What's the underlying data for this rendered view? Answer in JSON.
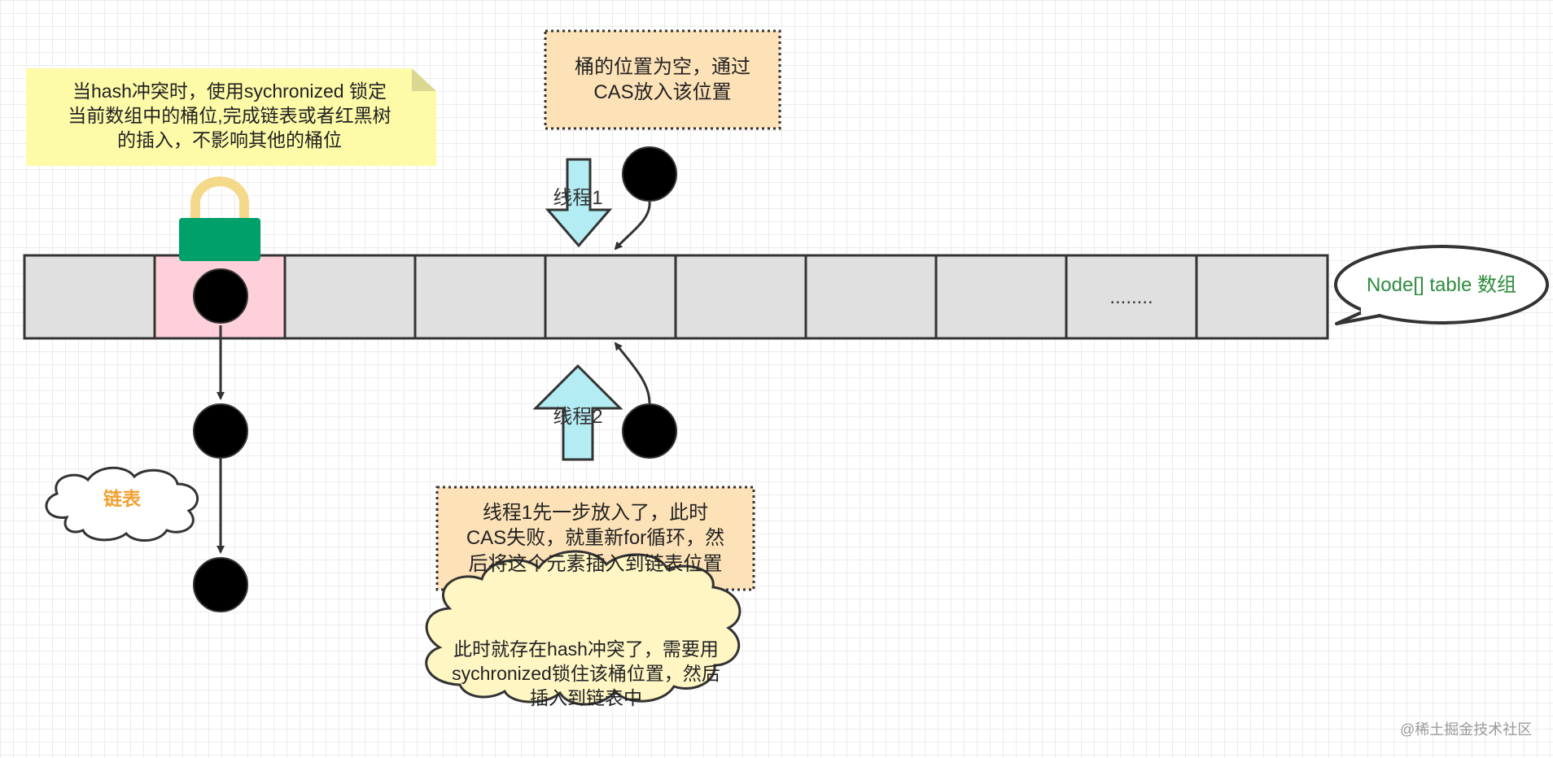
{
  "notes": {
    "sync_lock": "当hash冲突时，使用sychronized 锁定\n当前数组中的桶位,完成链表或者红黑树\n的插入，不影响其他的桶位",
    "cas_put": "桶的位置为空，通过\nCAS放入该位置",
    "cas_fail": "线程1先一步放入了，此时\nCAS失败，就重新for循环，然\n后将这个元素插入到链表位置",
    "hash_conflict": "此时就存在hash冲突了，需要用\nsychronized锁住该桶位置，然后\n插入到链表中"
  },
  "labels": {
    "thread1": "线程1",
    "thread2": "线程2",
    "linked_list": "链表",
    "node_table": "Node[] table 数组",
    "ellipsis": "........",
    "watermark": "@稀土掘金技术社区"
  },
  "colors": {
    "yellow_note": "#fdfaa8",
    "orange_note": "#fde2b8",
    "cloud_yellow": "#fff6c4",
    "cell_gray": "#e0e0e0",
    "cell_locked": "#fdd0da",
    "lock_body": "#00a06a",
    "lock_shackle": "#f5d98a",
    "thread_arrow": "#b3ecf2",
    "node_label_green": "#2e8b3e",
    "link_label_orange": "#f0a030"
  },
  "array": {
    "cell_count": 10,
    "locked_index": 1,
    "ellipsis_index": 8
  }
}
